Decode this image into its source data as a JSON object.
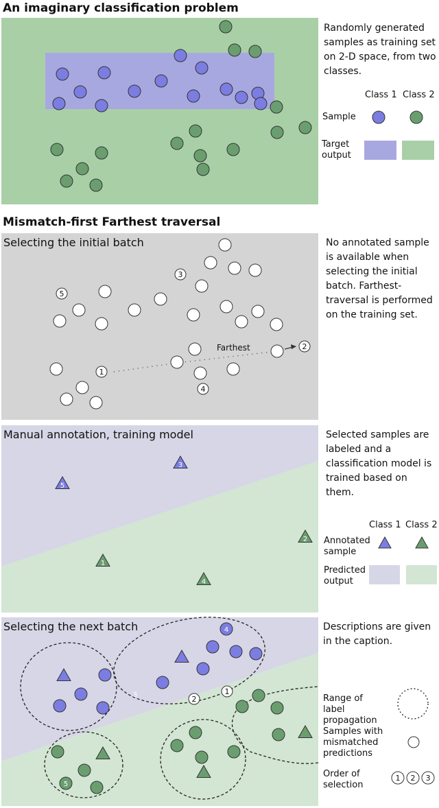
{
  "section1": {
    "title": "An imaginary classification problem",
    "description": "Randomly generated samples as training set on 2-D space, from two classes.",
    "legend": {
      "class1": "Class 1",
      "class2": "Class 2",
      "sample": "Sample",
      "target_output": "Target output"
    }
  },
  "section2": {
    "title": "Mismatch-first Farthest traversal",
    "panel1": {
      "title": "Selecting the initial batch",
      "description": "No annotated sample is available when selecting the initial batch. Farthest-traversal is performed on the training set.",
      "farthest_label": "Farthest",
      "order_labels": [
        "1",
        "2",
        "3",
        "4",
        "5"
      ]
    },
    "panel2": {
      "title": "Manual annotation, training model",
      "description": "Selected samples are labeled and a classification model is trained based on them.",
      "legend": {
        "class1": "Class 1",
        "class2": "Class 2",
        "annotated_sample": "Annotated sample",
        "predicted_output": "Predicted output"
      }
    },
    "panel3": {
      "title": "Selecting the next batch",
      "description": "Descriptions are given in the caption.",
      "legend": {
        "range": "Range of label propagation",
        "mismatched": "Samples with mismatched predictions",
        "order": "Order of selection",
        "order_glyphs": [
          "1",
          "2",
          "3"
        ]
      }
    }
  },
  "colors": {
    "class1_fill": "#7b7de0",
    "class2_fill": "#6a9e6f",
    "target_class1": "#a8a8e0",
    "target_class2": "#a9cfa7",
    "predicted_class1": "#d6d6e6",
    "predicted_class2": "#d3e5d3",
    "panel_gray": "#d4d4d4"
  }
}
